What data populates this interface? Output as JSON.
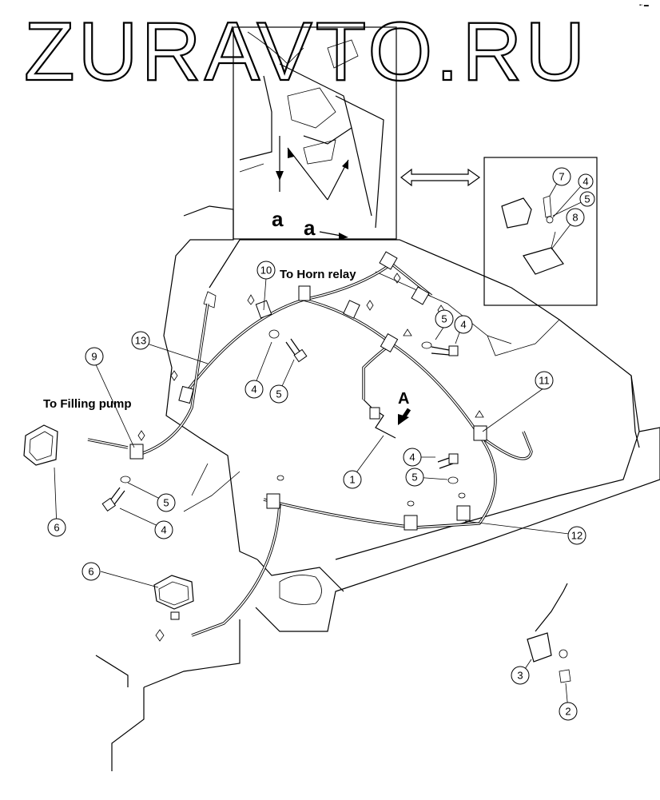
{
  "watermark": "ZURAVTO.RU",
  "corner_mark": "▪▫ ▬",
  "labels": {
    "horn_relay": "To Horn relay",
    "filling_pump": "To Filling pump",
    "detail_a_1": "a",
    "detail_a_2": "a",
    "view_a": "A"
  },
  "callouts": [
    "1",
    "2",
    "3",
    "4",
    "4",
    "4",
    "4",
    "5",
    "5",
    "5",
    "5",
    "6",
    "6",
    "7",
    "8",
    "9",
    "10",
    "11",
    "12",
    "13"
  ]
}
